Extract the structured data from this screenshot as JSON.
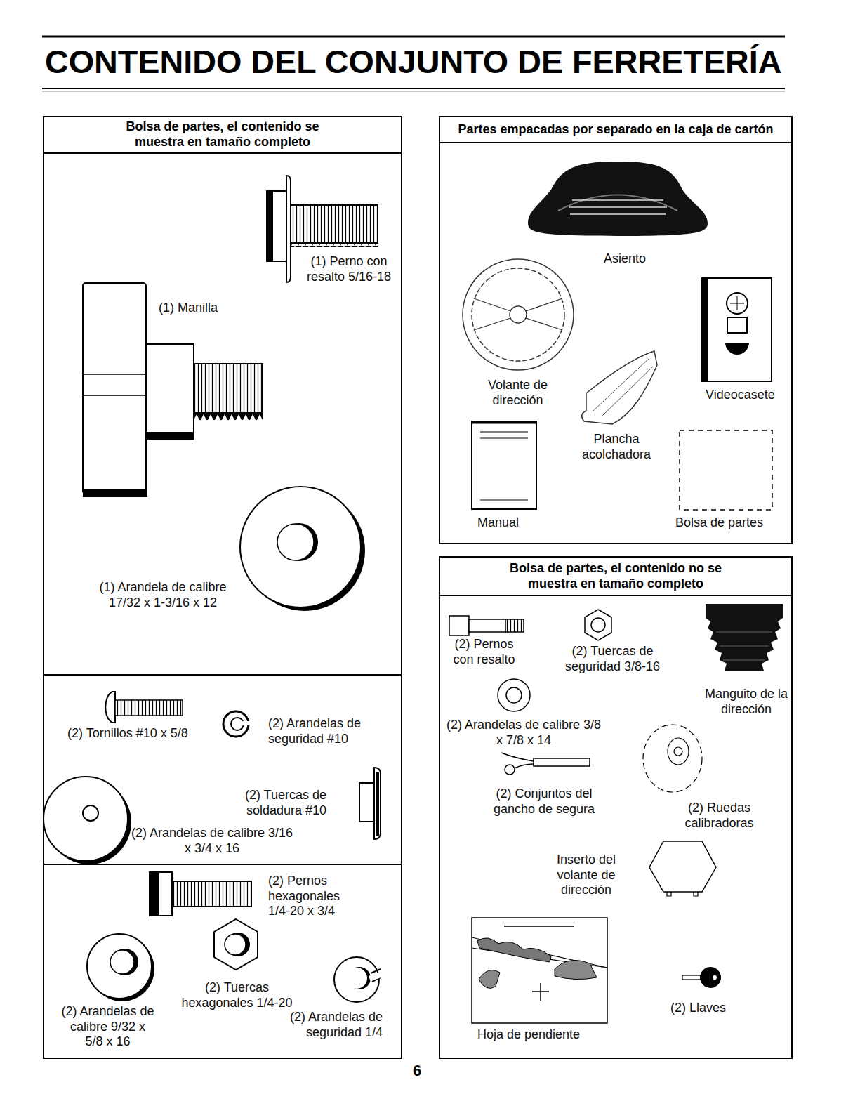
{
  "diagram": {
    "title": "CONTENIDO DEL CONJUNTO DE FERRETERÍA",
    "nodes": [
      {
        "text": [
          "(1) Perno con resalto 5/16-18",
          "(1) Manilla",
          "(1) Arandela de calibre 17/32 x 1-3/16 x 12"
        ]
      },
      {
        "text": [
          "Bolsa de partes, el contenido se muestra en tamaño completo"
        ],
        "in": 0
      },
      {
        "text": [
          "(2) Tornillos #10 x 5/8",
          "(2) Arandelas de seguridad #10",
          "(2) Tuercas de soldadura #10",
          "(2) Arandelas de calibre 3/16 x 3/4 x 16"
        ]
      },
      {
        "text": [
          "(2) Pernos hexagonales 1/4-20 x 3/4",
          "(2) Tuercas hexagonales 1/4-20",
          "(2) Arandelas de calibre 9/32 x 5/8 x 16",
          "(2) Arandelas de seguridad 1/4"
        ]
      },
      {
        "text": [
          "Asiento",
          "Volante de dirección",
          "Videocasete",
          "Plancha acolchadora",
          "Manual",
          "Bolsa de partes"
        ]
      },
      {
        "text": [
          "Partes empacadas por separado en la caja de cartón"
        ],
        "in": 4
      },
      {
        "text": [
          "(2) Pernos con resalto",
          "(2) Tuercas de seguridad 3/8-16",
          "Manguito de la dirección",
          "(2) Arandelas de calibre 3/8 x 7/8 x 14",
          "(2) Conjuntos del gancho de segura",
          "(2) Ruedas calibradoras",
          "Inserto del volante de dirección",
          "Hoja de pendiente",
          "(2) Llaves"
        ]
      },
      {
        "text": [
          "Bolsa de partes, el contenido no se muestra en tamaño completo"
        ],
        "in": 6
      }
    ],
    "labels": [
      "6"
    ]
  }
}
